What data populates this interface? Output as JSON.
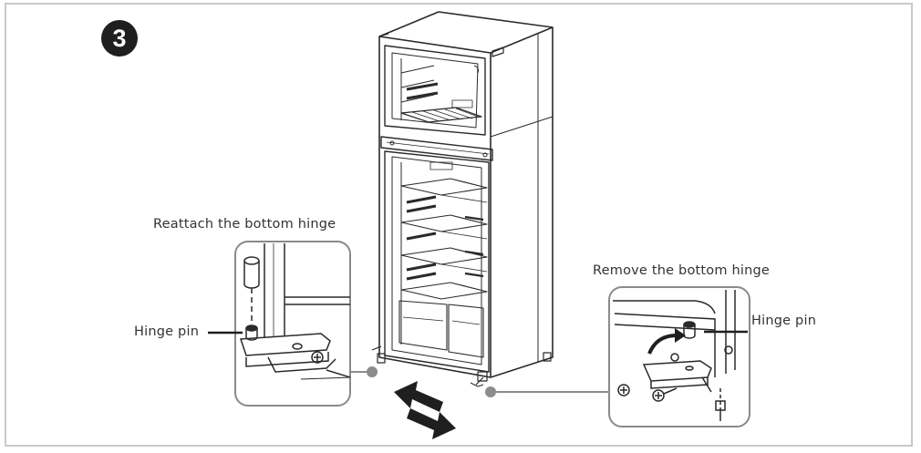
{
  "step": {
    "number": "3"
  },
  "captions": {
    "reattach": "Reattach the bottom hinge",
    "remove": "Remove the bottom hinge",
    "hinge_pin_left": "Hinge pin",
    "hinge_pin_right": "Hinge pin"
  },
  "colors": {
    "line": "#2a2a2a",
    "frame": "#c9c9c9",
    "detail_border": "#8a8a8a",
    "callout_dot": "#8c8c8c",
    "arrow": "#1f1f1f"
  }
}
